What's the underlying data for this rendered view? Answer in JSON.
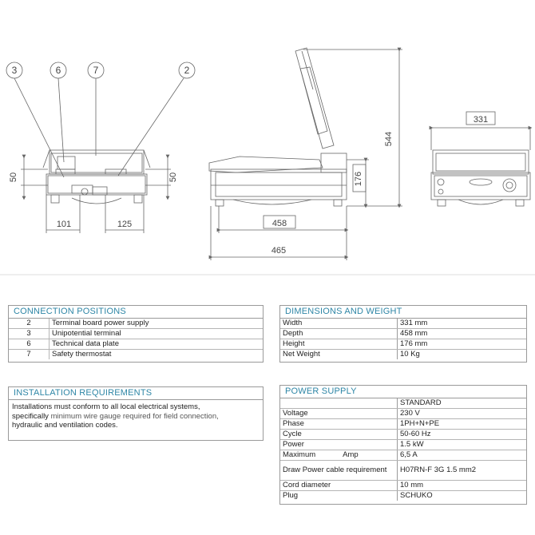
{
  "drawing": {
    "front_view": {
      "callouts": [
        "3",
        "6",
        "7",
        "2"
      ],
      "dims": [
        "50",
        "50",
        "101",
        "125"
      ]
    },
    "side_view": {
      "dims": [
        "544",
        "176",
        "458",
        "465"
      ]
    },
    "rear_view": {
      "dims": [
        "331"
      ]
    }
  },
  "connection_positions": {
    "title": "CONNECTION POSITIONS",
    "rows": [
      {
        "num": "2",
        "label": "Terminal board power supply"
      },
      {
        "num": "3",
        "label": "Unipotential terminal"
      },
      {
        "num": "6",
        "label": "Technical data plate"
      },
      {
        "num": "7",
        "label": "Safety thermostat"
      }
    ]
  },
  "dimensions_weight": {
    "title": "DIMENSIONS AND WEIGHT",
    "rows": [
      {
        "label": "Width",
        "value": "331 mm"
      },
      {
        "label": "Depth",
        "value": "458 mm"
      },
      {
        "label": "Height",
        "value": "176 mm"
      },
      {
        "label": "Net Weight",
        "value": "10 Kg"
      }
    ]
  },
  "installation": {
    "title": "INSTALLATION REQUIREMENTS",
    "text_main": "Installations must conform to all local electrical systems,",
    "text_sub_a": "specifically ",
    "text_sub_b": "minimum wire gauge required for field connection,",
    "text_end": "hydraulic and ventilation codes."
  },
  "power_supply": {
    "title": "POWER SUPPLY",
    "column_header": "STANDARD",
    "rows": [
      {
        "label": "Voltage",
        "value": "230 V"
      },
      {
        "label": "Phase",
        "value": "1PH+N+PE"
      },
      {
        "label": "Cycle",
        "value": "50-60 Hz"
      },
      {
        "label": "Power",
        "value": "1.5 kW"
      },
      {
        "label": "Maximum",
        "label2": "Amp",
        "value": "6,5 A"
      },
      {
        "label": "Draw Power cable requirement",
        "value": "H07RN-F 3G 1.5 mm2"
      },
      {
        "label": "Cord diameter",
        "value": "10 mm"
      },
      {
        "label": "Plug",
        "value": "SCHUKO"
      }
    ]
  }
}
